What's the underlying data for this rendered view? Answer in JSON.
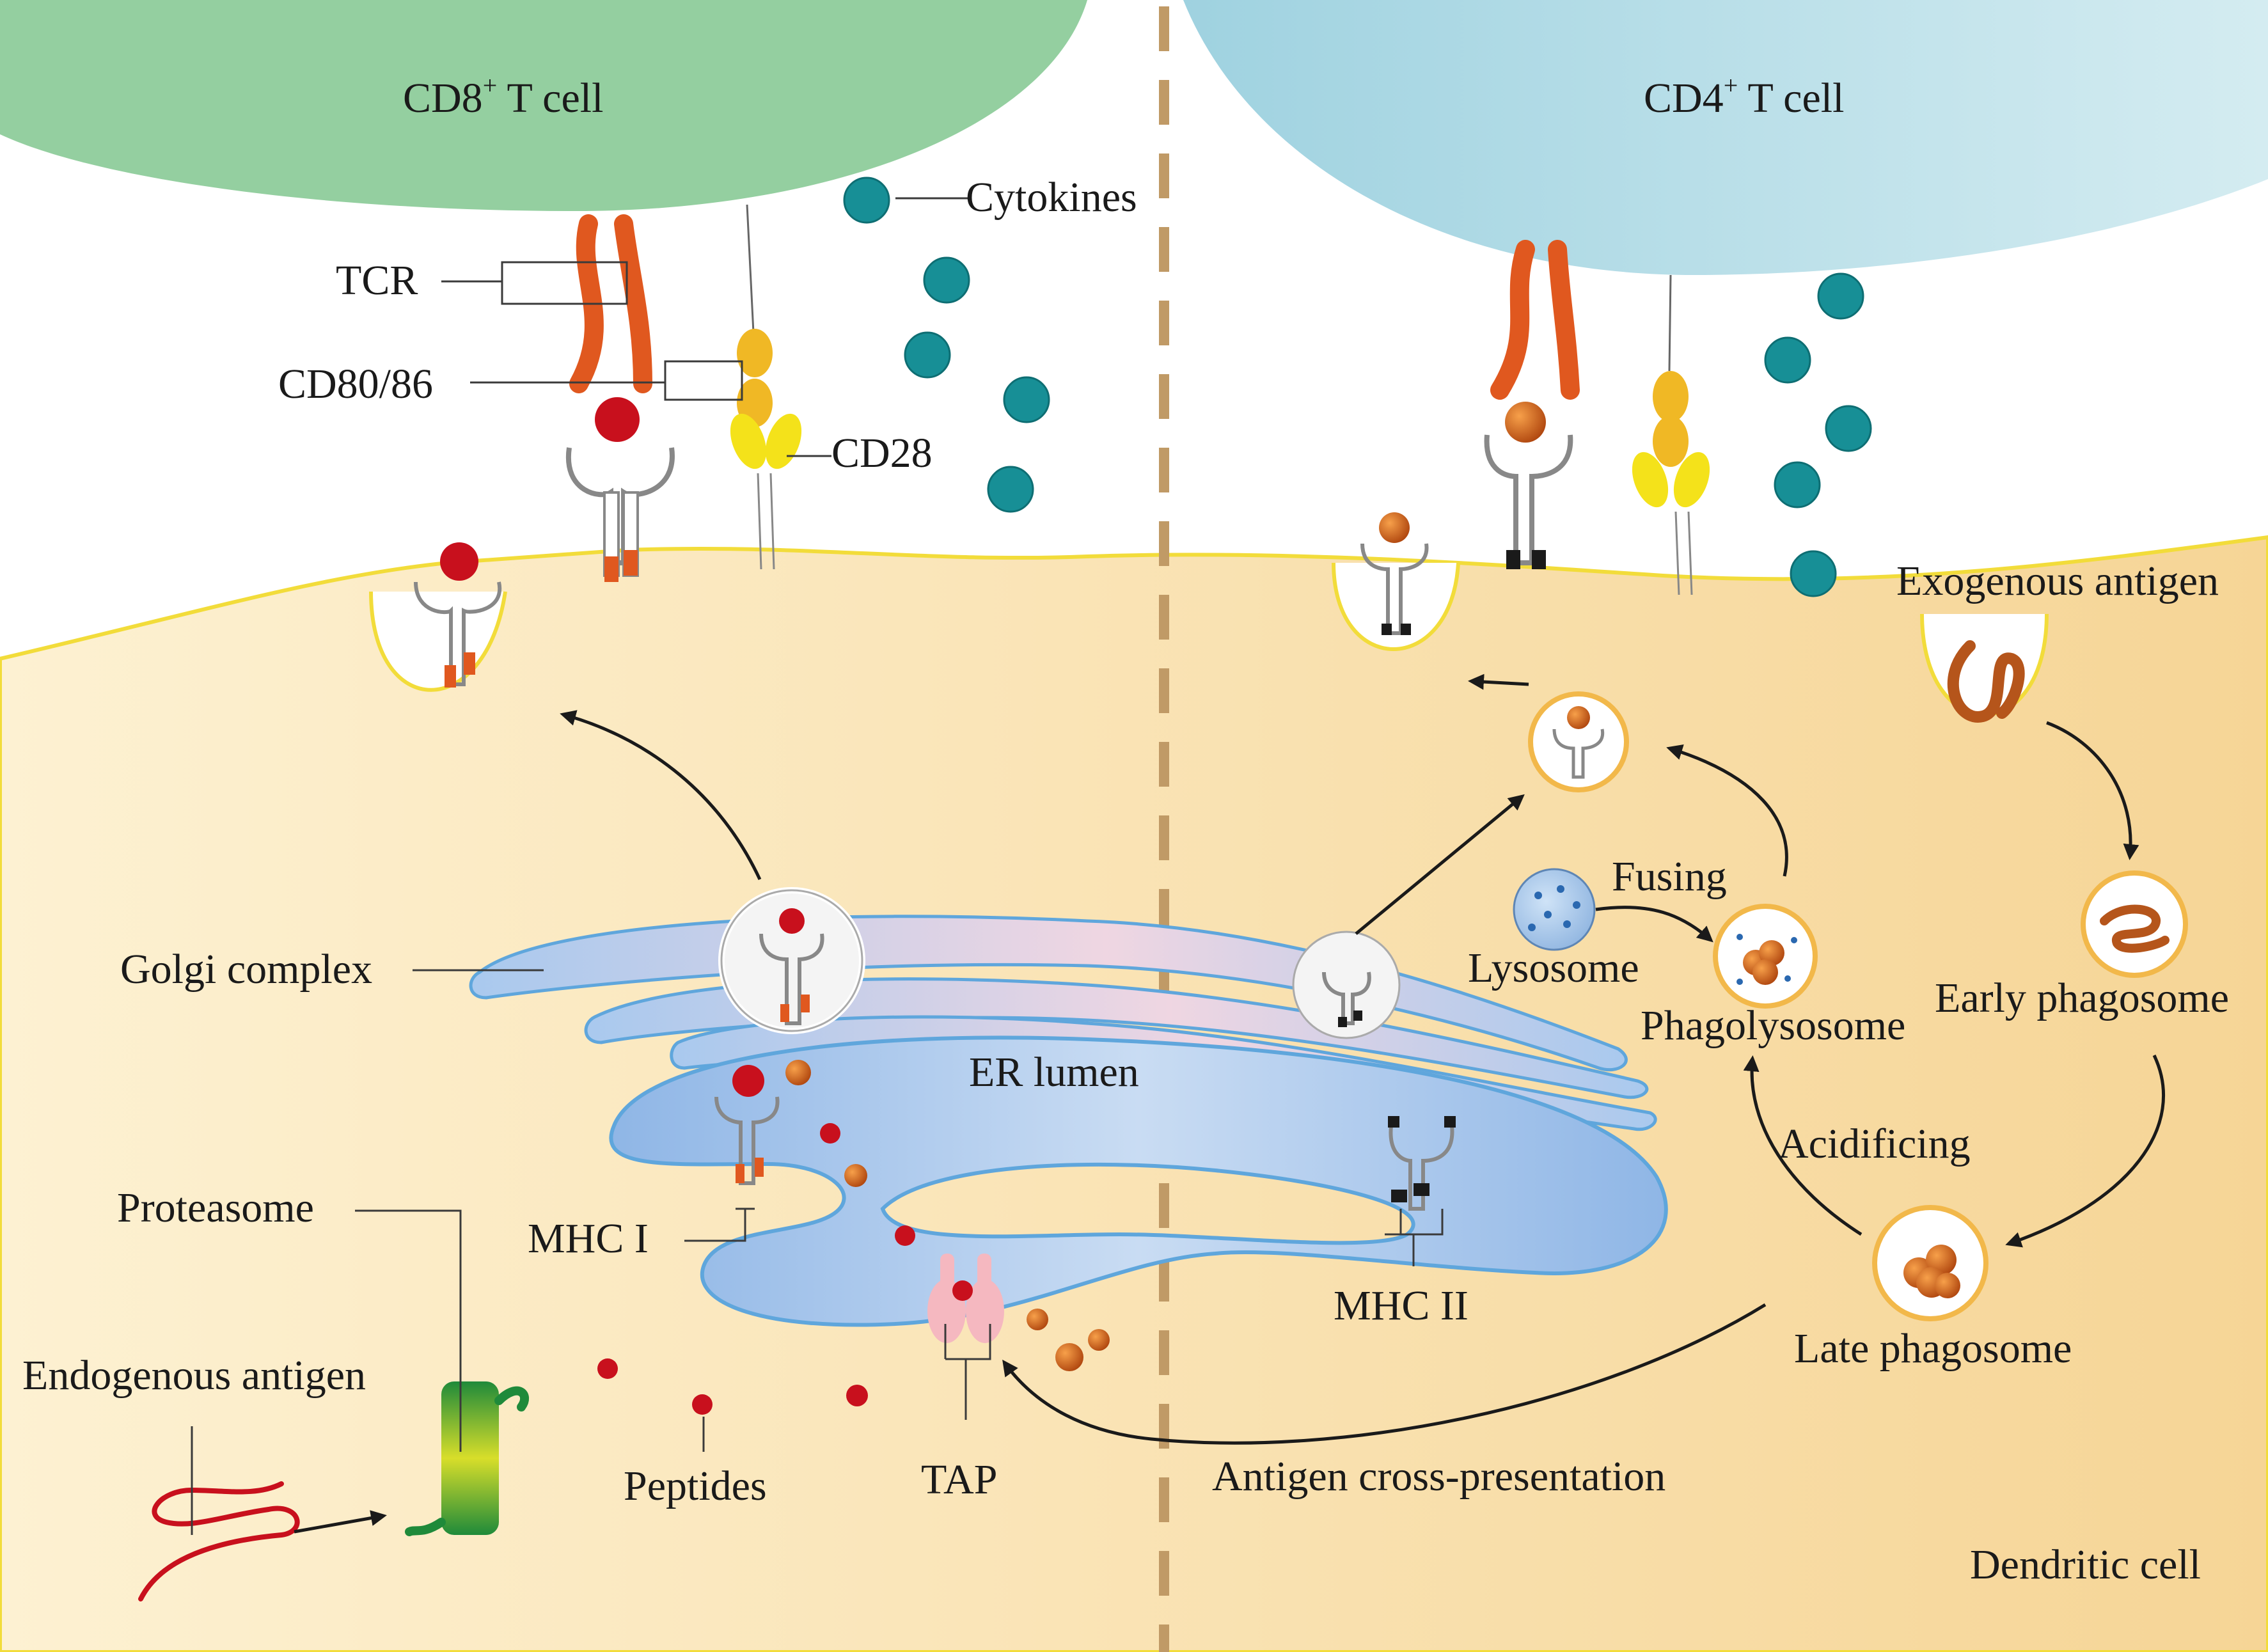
{
  "cells": {
    "cd8_t_cell": "CD8",
    "cd8_sup": "+",
    "cd8_suffix": " T cell",
    "cd4_t_cell": "CD4",
    "cd4_sup": "+",
    "cd4_suffix": " T cell",
    "dendritic_cell": "Dendritic cell"
  },
  "labels": {
    "cytokines": "Cytokines",
    "tcr": "TCR",
    "cd80_86": "CD80/86",
    "cd28": "CD28",
    "exogenous_antigen": "Exogenous antigen",
    "golgi_complex": "Golgi complex",
    "er_lumen": "ER lumen",
    "fusing": "Fusing",
    "lysosome": "Lysosome",
    "phagolysosome": "Phagolysosome",
    "early_phagosome": "Early phagosome",
    "acidificing": "Acidificing",
    "late_phagosome": "Late phagosome",
    "proteasome": "Proteasome",
    "mhc_i": "MHC I",
    "mhc_ii": "MHC II",
    "endogenous_antigen": "Endogenous antigen",
    "peptides": "Peptides",
    "tap": "TAP",
    "antigen_cross_presentation": "Antigen cross-presentation"
  },
  "colors": {
    "cd8_cell": "#94cfa0",
    "cd4_cell": "#a9d8e4",
    "dendritic_cell": "#fbe6b8",
    "membrane": "#f2dc3a",
    "tcr": "#e0581f",
    "costim": "#f0b825",
    "cd28": "#f4e21a",
    "cytokine": "#178f96",
    "peptide": "#c8101d",
    "er": "#9fc1ea",
    "golgi": "#b8d3ee",
    "antigen_orange": "#e6781f",
    "divider": "#c09a66"
  }
}
